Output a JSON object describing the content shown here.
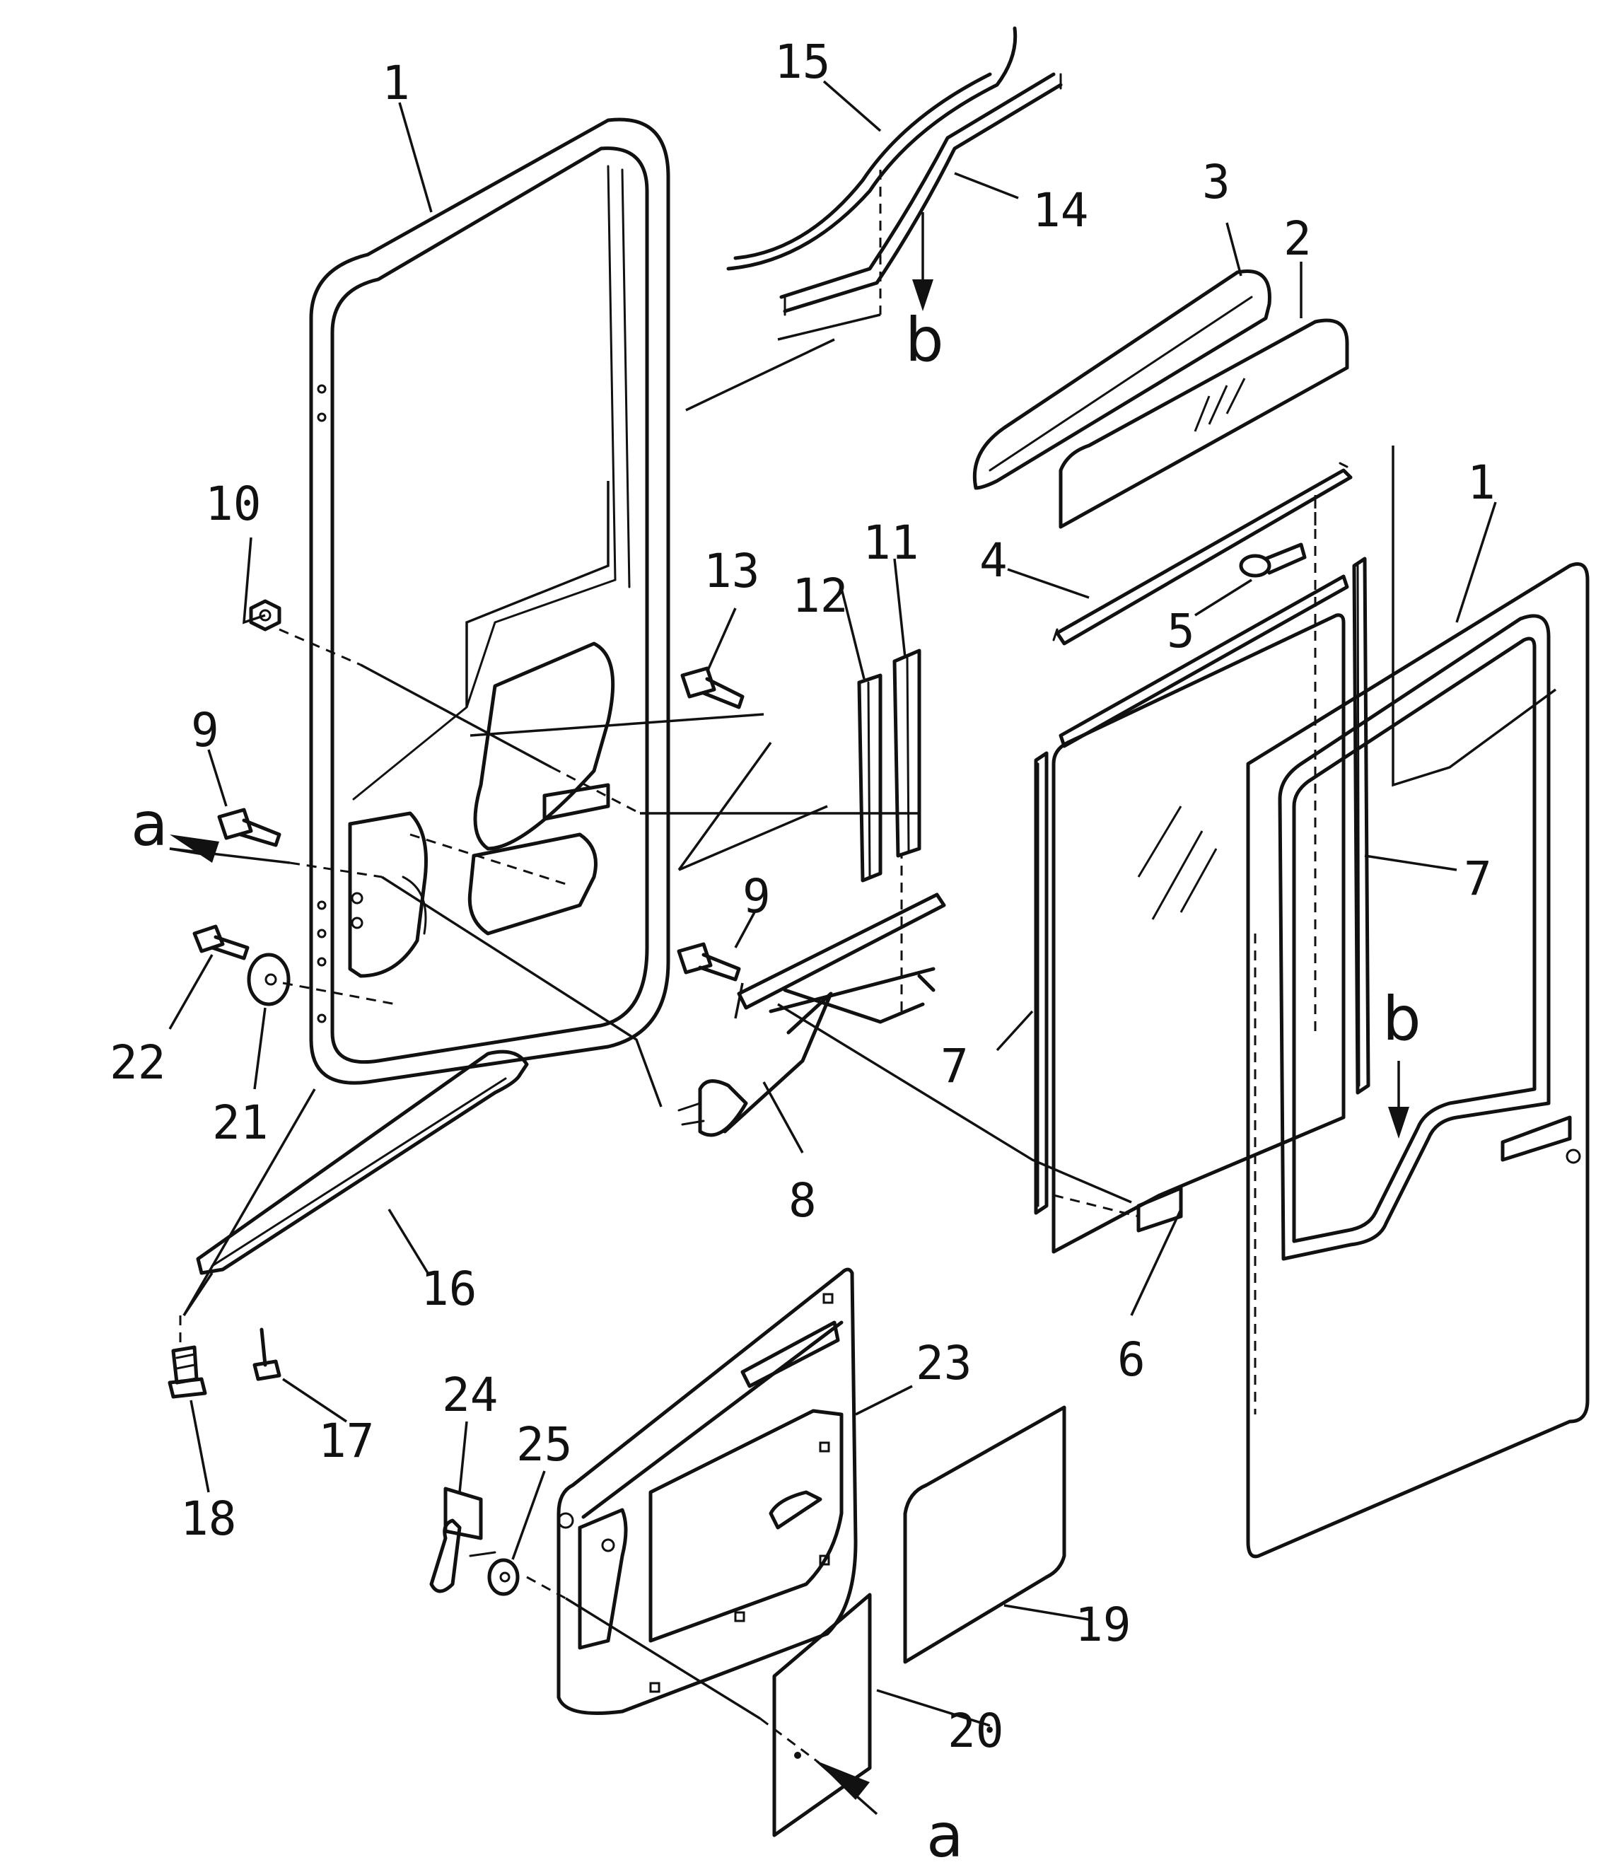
{
  "callouts": {
    "c1_left": "1",
    "c1_right": "1",
    "c2": "2",
    "c3": "3",
    "c4": "4",
    "c5": "5",
    "c6": "6",
    "c7_left": "7",
    "c7_right": "7",
    "c8": "8",
    "c9_left": "9",
    "c9_mid": "9",
    "c10": "10",
    "c11": "11",
    "c12": "12",
    "c13": "13",
    "c14": "14",
    "c15": "15",
    "c16": "16",
    "c17": "17",
    "c18": "18",
    "c19": "19",
    "c20": "20",
    "c21": "21",
    "c22": "22",
    "c23": "23",
    "c24": "24",
    "c25": "25"
  },
  "view_refs": {
    "a_left": "a",
    "a_bottom": "a",
    "b_top": "b",
    "b_right": "b"
  }
}
